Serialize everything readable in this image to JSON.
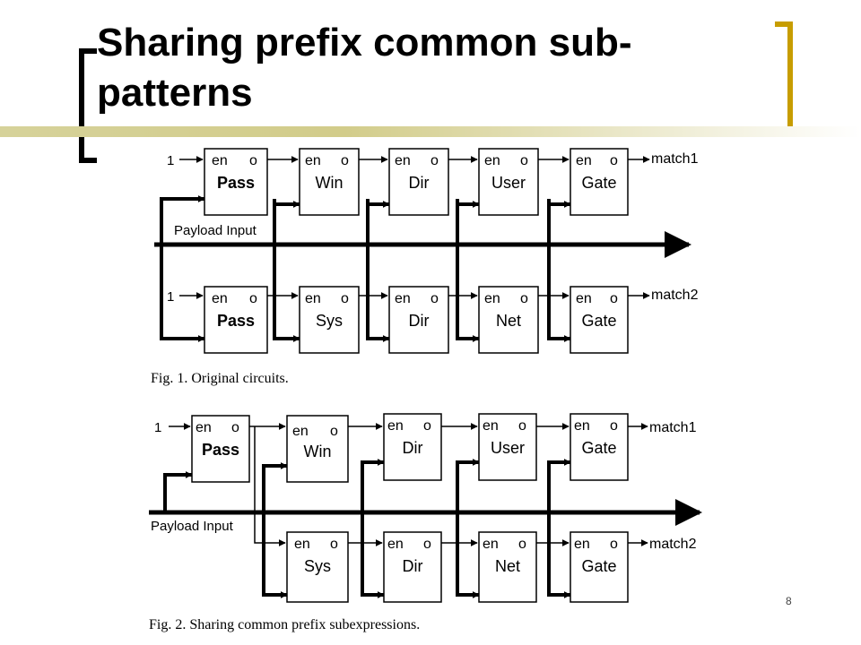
{
  "title": "Sharing prefix common sub-patterns",
  "page_number": "8",
  "figure1": {
    "caption": "Fig. 1.   Original circuits.",
    "input_one": "1",
    "bus_label": "Payload Input",
    "pin_en": "en",
    "pin_o": "o",
    "row1": [
      "Pass",
      "Win",
      "Dir",
      "User",
      "Gate"
    ],
    "row1_output": "match1",
    "row2": [
      "Pass",
      "Sys",
      "Dir",
      "Net",
      "Gate"
    ],
    "row2_output": "match2"
  },
  "figure2": {
    "caption": "Fig. 2.   Sharing common prefix subexpressions.",
    "input_one": "1",
    "bus_label": "Payload Input",
    "pin_en": "en",
    "pin_o": "o",
    "row1": [
      "Pass",
      "Win",
      "Dir",
      "User",
      "Gate"
    ],
    "row1_output": "match1",
    "row2": [
      "Sys",
      "Dir",
      "Net",
      "Gate"
    ],
    "row2_output": "match2"
  }
}
